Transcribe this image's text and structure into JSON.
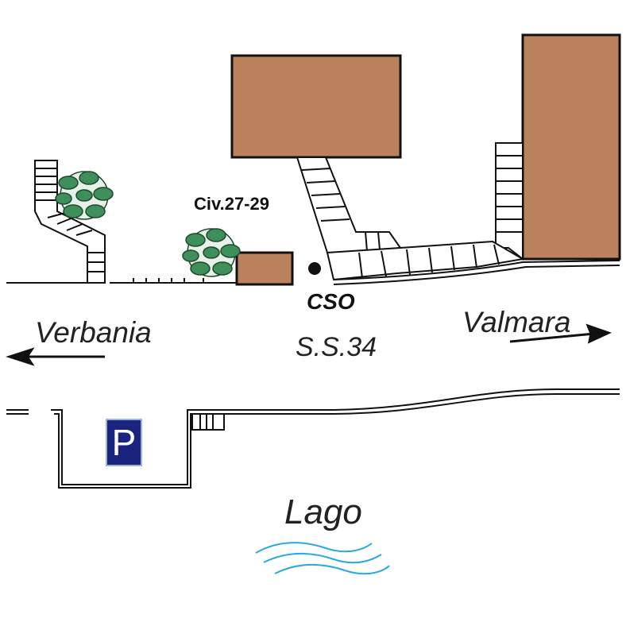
{
  "labels": {
    "civic_number": "Civ.27-29",
    "office": "CSO",
    "road": "S.S.34",
    "direction_left": "Verbania",
    "direction_right": "Valmara",
    "lake": "Lago",
    "parking_sign": "P"
  },
  "colors": {
    "building": "#b9825d",
    "parking_sign_bg": "#1a237e",
    "water": "#2aa8e0",
    "tree": "#3f8f5a"
  }
}
